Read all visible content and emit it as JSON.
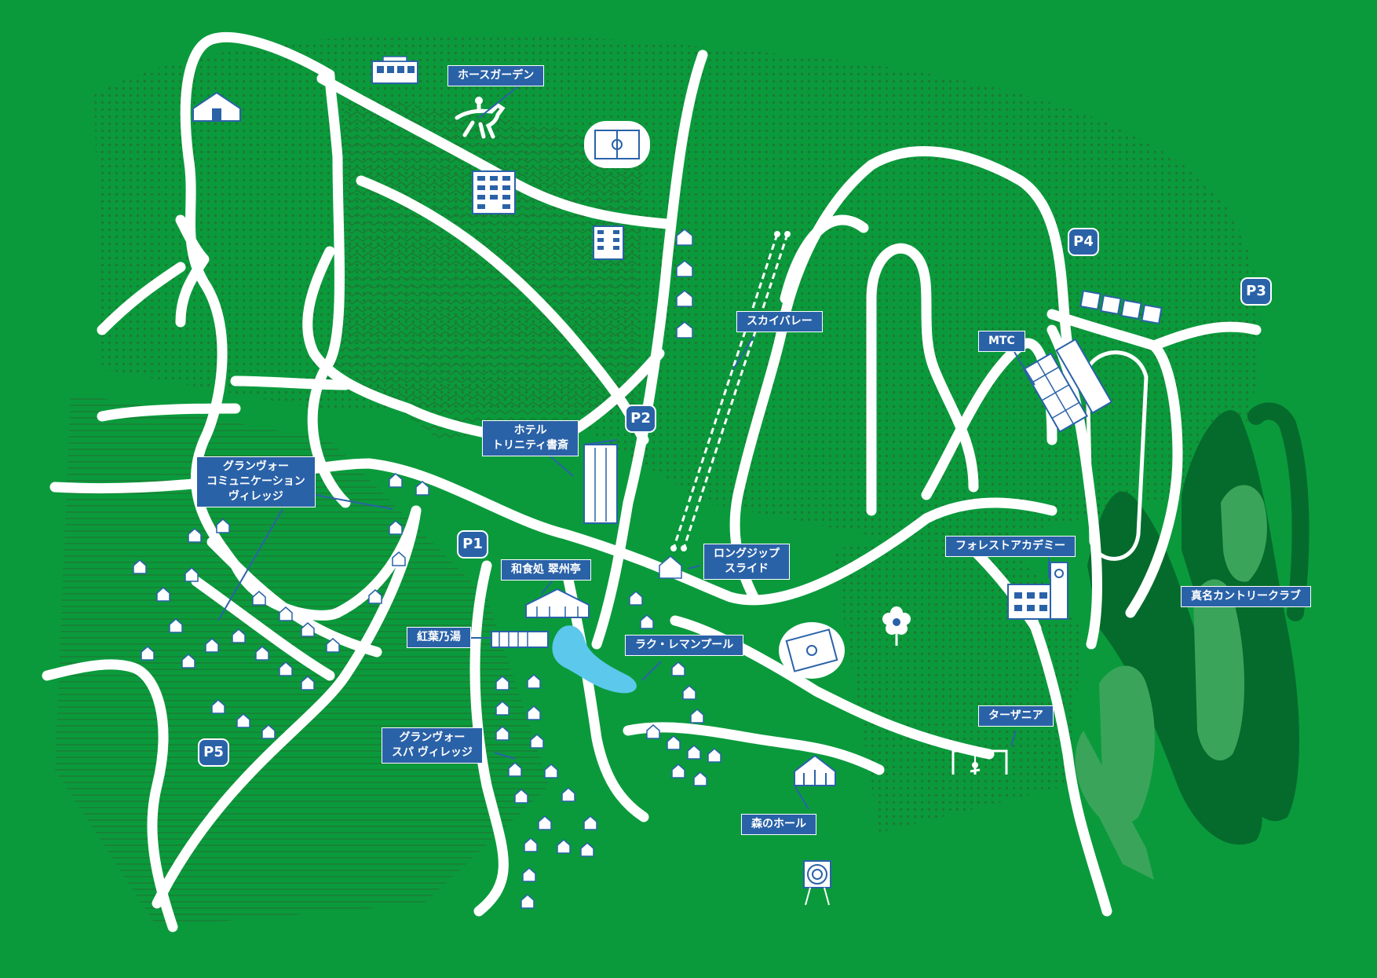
{
  "map": {
    "colors": {
      "ground": "#0a9a3c",
      "road": "#ffffff",
      "label_bg": "#2a62a8",
      "water": "#5bc8ec",
      "golf_dark": "#056b2c",
      "golf_light": "#3aa55a"
    },
    "labels": {
      "horse_garden": "ホースガーデン",
      "sky_valley": "スカイバレー",
      "mtc": "MTC",
      "hotel_trinity": "ホテル\nトリニティ書斎",
      "grandvoir_community": "グランヴォー\nコミュニケーション\nヴィレッジ",
      "long_zip": "ロングジップ\nスライド",
      "washoku": "和食処 翠州亭",
      "koyo_no_yu": "紅葉乃湯",
      "lac_leman": "ラク・レマンプール",
      "forest_academy": "フォレストアカデミー",
      "mana_country": "真名カントリークラブ",
      "tarzania": "ターザニア",
      "grandvoir_spa": "グランヴォー\nスパ ヴィレッジ",
      "mori_hall": "森のホール"
    },
    "parking": {
      "p1": "P1",
      "p2": "P2",
      "p3": "P3",
      "p4": "P4",
      "p5": "P5"
    },
    "icons": [
      "train-icon",
      "barn-icon",
      "horse-rider-icon",
      "soccer-field-icon",
      "building-icon",
      "cottage-icon",
      "tower-hotel-icon",
      "clubhouse-icon",
      "pond-icon",
      "flower-icon",
      "hall-icon",
      "archery-target-icon",
      "zipline-icon",
      "tennis-courts-icon",
      "academy-building-icon",
      "golf-course-icon"
    ]
  }
}
